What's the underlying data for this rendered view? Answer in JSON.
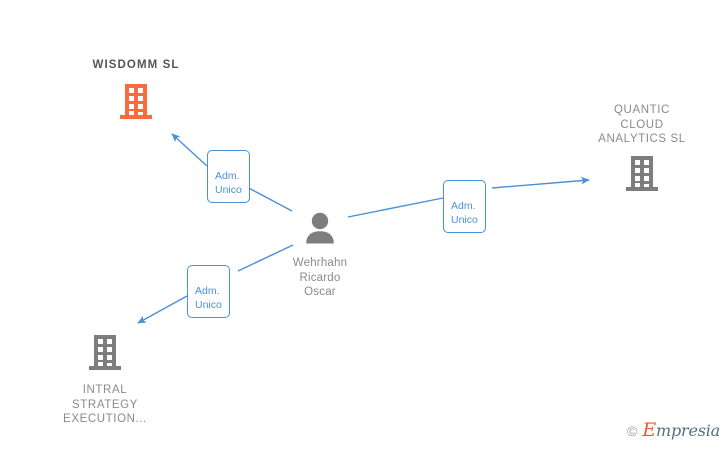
{
  "diagram": {
    "type": "relationship-graph",
    "center": {
      "id": "person-center",
      "icon": "person-icon",
      "name": "Wehrhahn\nRicardo\nOscar",
      "color": "#7d7d7d"
    },
    "companies": [
      {
        "id": "wisdomm",
        "icon": "building-icon",
        "label": "WISDOMM  SL",
        "label_position": "top",
        "color": "#fb6b3c",
        "text_color": "#555555"
      },
      {
        "id": "quantic-cloud-analytics",
        "icon": "building-icon",
        "label": "QUANTIC\nCLOUD\nANALYTICS  SL",
        "label_position": "top",
        "color": "#7d7d7d",
        "text_color": "#8a8a8a"
      },
      {
        "id": "intral-strategy-execution",
        "icon": "building-icon",
        "label": "INTRAL\nSTRATEGY\nEXECUTION...",
        "label_position": "bottom",
        "color": "#7d7d7d",
        "text_color": "#8a8a8a"
      }
    ],
    "edges": [
      {
        "id": "edge-wisdomm",
        "from": "person-center",
        "to": "wisdomm",
        "label": "Adm.\nUnico",
        "color": "#4a90d9"
      },
      {
        "id": "edge-quantic",
        "from": "person-center",
        "to": "quantic-cloud-analytics",
        "label": "Adm.\nUnico",
        "color": "#4a90d9"
      },
      {
        "id": "edge-intral",
        "from": "person-center",
        "to": "intral-strategy-execution",
        "label": "Adm.\nUnico",
        "color": "#4a90d9"
      }
    ]
  },
  "watermark": {
    "copyright": "©",
    "brand_initial": "E",
    "brand_rest": "mpresia"
  }
}
